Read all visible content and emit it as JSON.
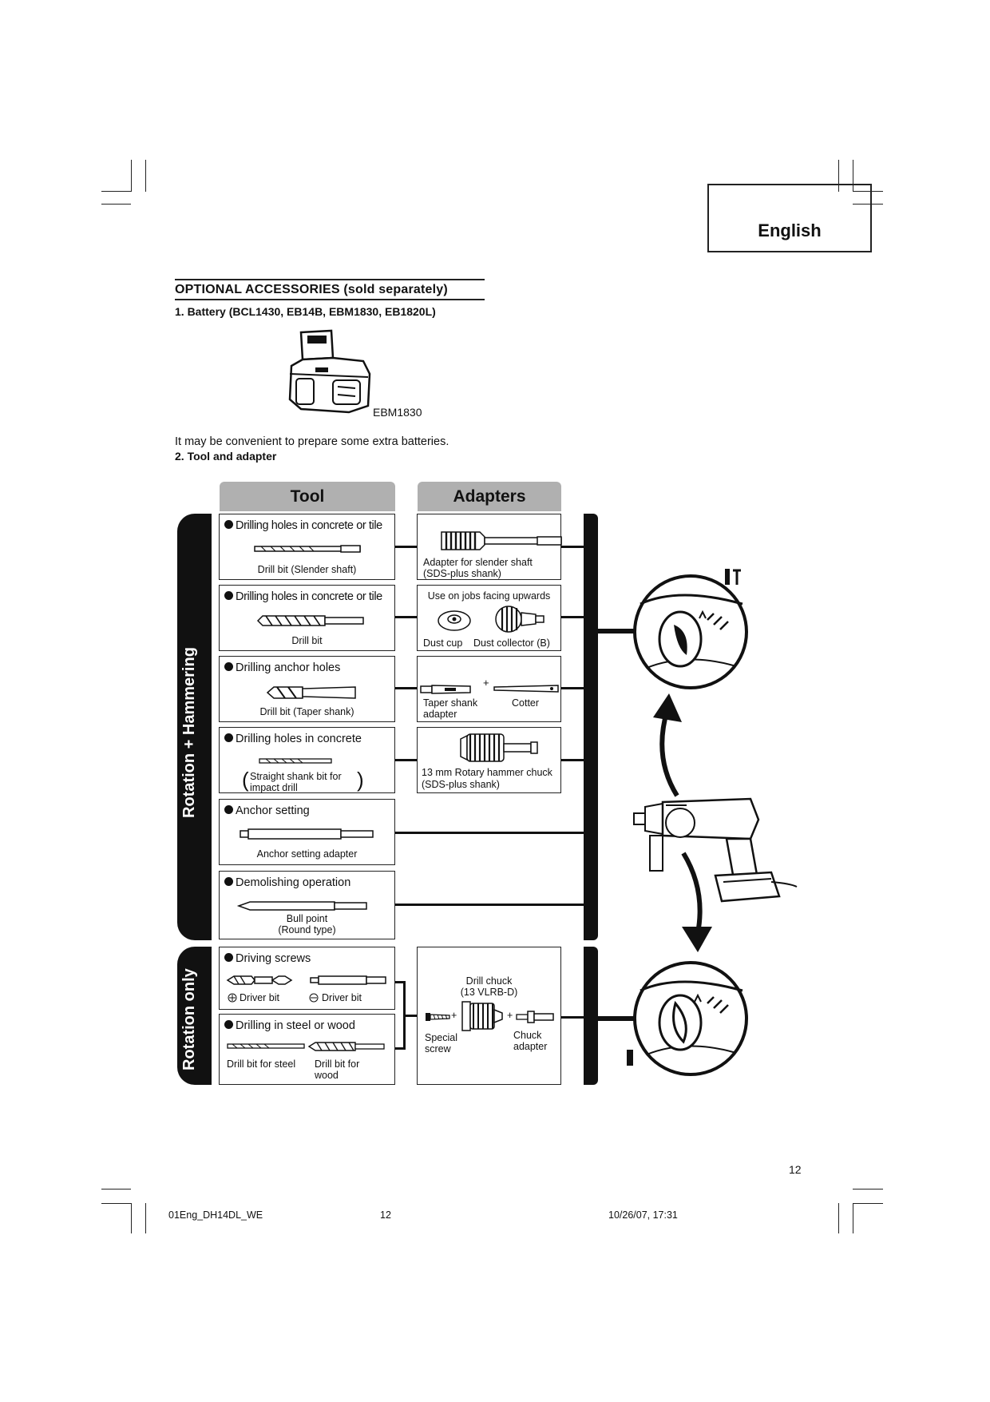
{
  "language_tab": "English",
  "section_title": "OPTIONAL  ACCESSORIES  (sold  separately)",
  "item1": {
    "heading": "1.  Battery  (BCL1430,  EB14B,  EBM1830,  EB1820L)",
    "image_caption": "EBM1830",
    "note": "It may be convenient to prepare some extra batteries."
  },
  "item2": {
    "heading": "2.  Tool  and  adapter"
  },
  "diagram": {
    "tool_header": "Tool",
    "adapters_header": "Adapters",
    "mode_rotation_hammering": "Rotation + Hammering",
    "mode_rotation_only": "Rotation only",
    "tools": [
      {
        "title": "Drilling holes in concrete or tile",
        "caption": "Drill bit (Slender shaft)"
      },
      {
        "title": "Drilling holes in concrete or tile",
        "caption": "Drill bit"
      },
      {
        "title": "Drilling anchor holes",
        "caption": "Drill bit (Taper shank)"
      },
      {
        "title": "Drilling holes in concrete",
        "caption_line1": "Straight shank bit for",
        "caption_line2": "impact drill"
      },
      {
        "title": "Anchor setting",
        "caption": "Anchor setting adapter"
      },
      {
        "title": "Demolishing operation",
        "caption_line1": "Bull point",
        "caption_line2": "(Round type)"
      },
      {
        "title": "Driving screws",
        "caption_a": "Driver bit",
        "caption_b": "Driver bit"
      },
      {
        "title": "Drilling in steel or wood",
        "caption_a": "Drill bit for steel",
        "caption_b_line1": "Drill bit for",
        "caption_b_line2": "wood"
      }
    ],
    "adapters": [
      {
        "line1": "Adapter for slender shaft",
        "line2": "(SDS-plus shank)"
      },
      {
        "title": "Use on jobs facing upwards",
        "caption_a": "Dust cup",
        "caption_b": "Dust collector (B)"
      },
      {
        "caption_a_line1": "Taper  shank",
        "caption_a_line2": "adapter",
        "caption_b": "Cotter"
      },
      {
        "line1": "13 mm Rotary hammer chuck",
        "line2": "(SDS-plus shank)"
      },
      {
        "line1": "Drill chuck",
        "line2": "(13 VLRB-D)",
        "caption_a_line1": "Special",
        "caption_a_line2": "screw",
        "caption_b_line1": "Chuck",
        "caption_b_line2": "adapter"
      }
    ]
  },
  "page_number": "12",
  "footer": {
    "file": "01Eng_DH14DL_WE",
    "page": "12",
    "timestamp": "10/26/07, 17:31"
  }
}
